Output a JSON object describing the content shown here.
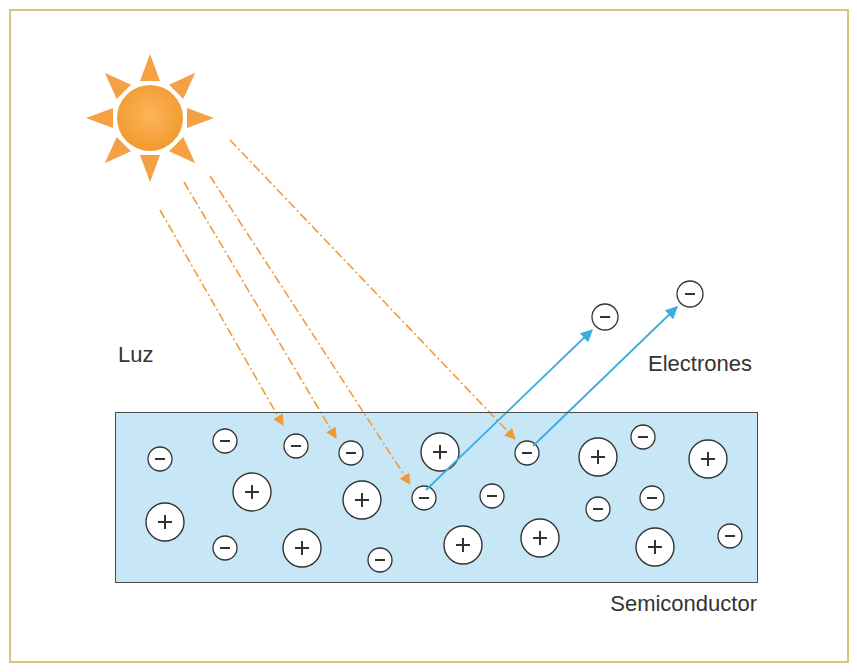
{
  "diagram": {
    "nodes": [
      {
        "text": [
          "Semiconductor"
        ]
      }
    ],
    "labels": [
      "Luz",
      "Electrones"
    ]
  }
}
